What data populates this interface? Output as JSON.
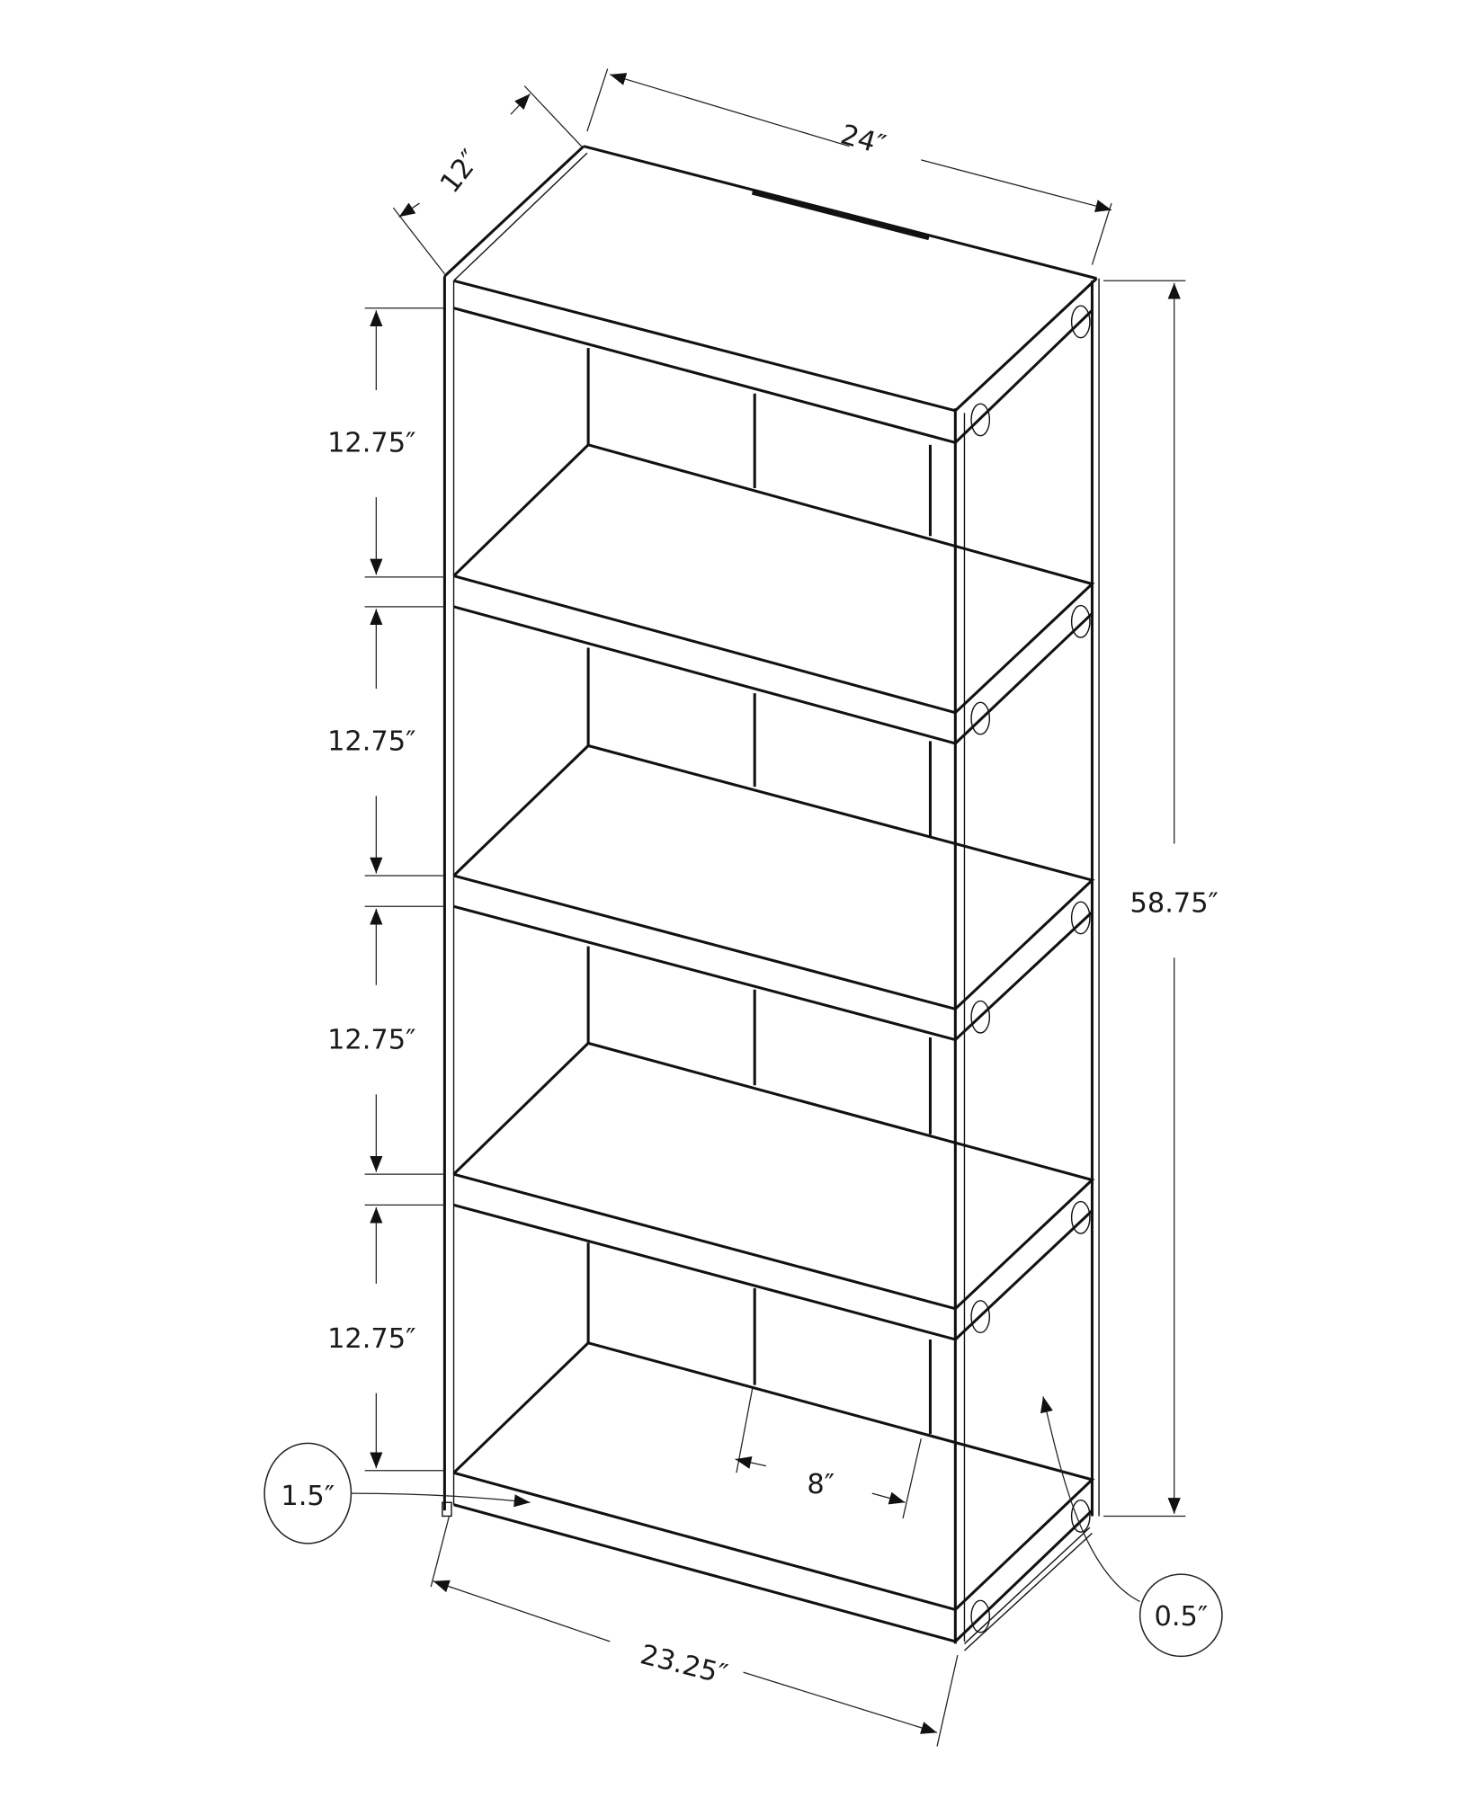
{
  "diagram": {
    "subject": "5-tier bookcase with glass side panels",
    "dimensions": {
      "depth": "12″",
      "width": "24″",
      "height": "58.75″",
      "shelf_spacing": [
        "12.75″",
        "12.75″",
        "12.75″",
        "12.75″"
      ],
      "inner_width": "23.25″",
      "back_panel_width": "8″",
      "shelf_thickness_callout": "1.5″",
      "glass_thickness_callout": "0.5″"
    },
    "colors": {
      "line": "#111111",
      "background": "#ffffff"
    }
  }
}
